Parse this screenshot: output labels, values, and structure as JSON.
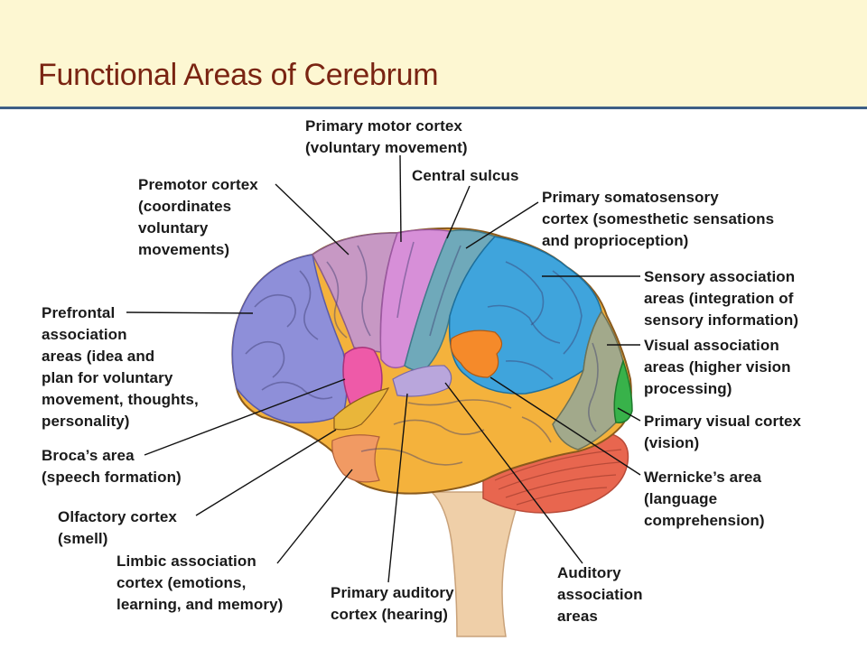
{
  "header": {
    "title": "Functional Areas of Cerebrum"
  },
  "labels": {
    "primary_motor_cortex": "Primary motor cortex\n(voluntary movement)",
    "central_sulcus": "Central sulcus",
    "premotor_cortex": "Premotor cortex\n(coordinates\nvoluntary\nmovements)",
    "primary_somatosensory_cortex": "Primary somatosensory\ncortex (somesthetic sensations\nand proprioception)",
    "sensory_association_areas": "Sensory association\nareas (integration of\nsensory information)",
    "prefrontal_association_areas": "Prefrontal\nassociation\nareas (idea and\nplan for voluntary\nmovement, thoughts,\npersonality)",
    "visual_association_areas": "Visual association\nareas (higher vision\nprocessing)",
    "primary_visual_cortex": "Primary visual cortex\n(vision)",
    "brocas_area": "Broca’s area\n(speech formation)",
    "wernickes_area": "Wernicke’s area\n(language\ncomprehension)",
    "olfactory_cortex": "Olfactory cortex\n(smell)",
    "limbic_association_cortex": "Limbic association\ncortex (emotions,\nlearning, and memory)",
    "auditory_association_areas": "Auditory\nassociation\nareas",
    "primary_auditory_cortex": "Primary auditory\ncortex (hearing)"
  },
  "colors": {
    "title": "#7a2412",
    "header_background": "#fdf7d2",
    "header_rule": "#3d5f86",
    "prefrontal": "#8e8fd9",
    "premotor": "#c798c4",
    "primary_motor": "#d78fd8",
    "somatosensory": "#6fa9ba",
    "sensory_association": "#3fa4dc",
    "visual_association": "#a2a98b",
    "primary_visual": "#38b24a",
    "temporal": "#f4b23c",
    "brocas": "#ee5aa8",
    "wernickes": "#f58a2a",
    "primary_auditory": "#b9a6dc",
    "limbic_olfactory": "#f19a63",
    "cerebellum": "#e8664f",
    "brainstem": "#efcfa8"
  }
}
